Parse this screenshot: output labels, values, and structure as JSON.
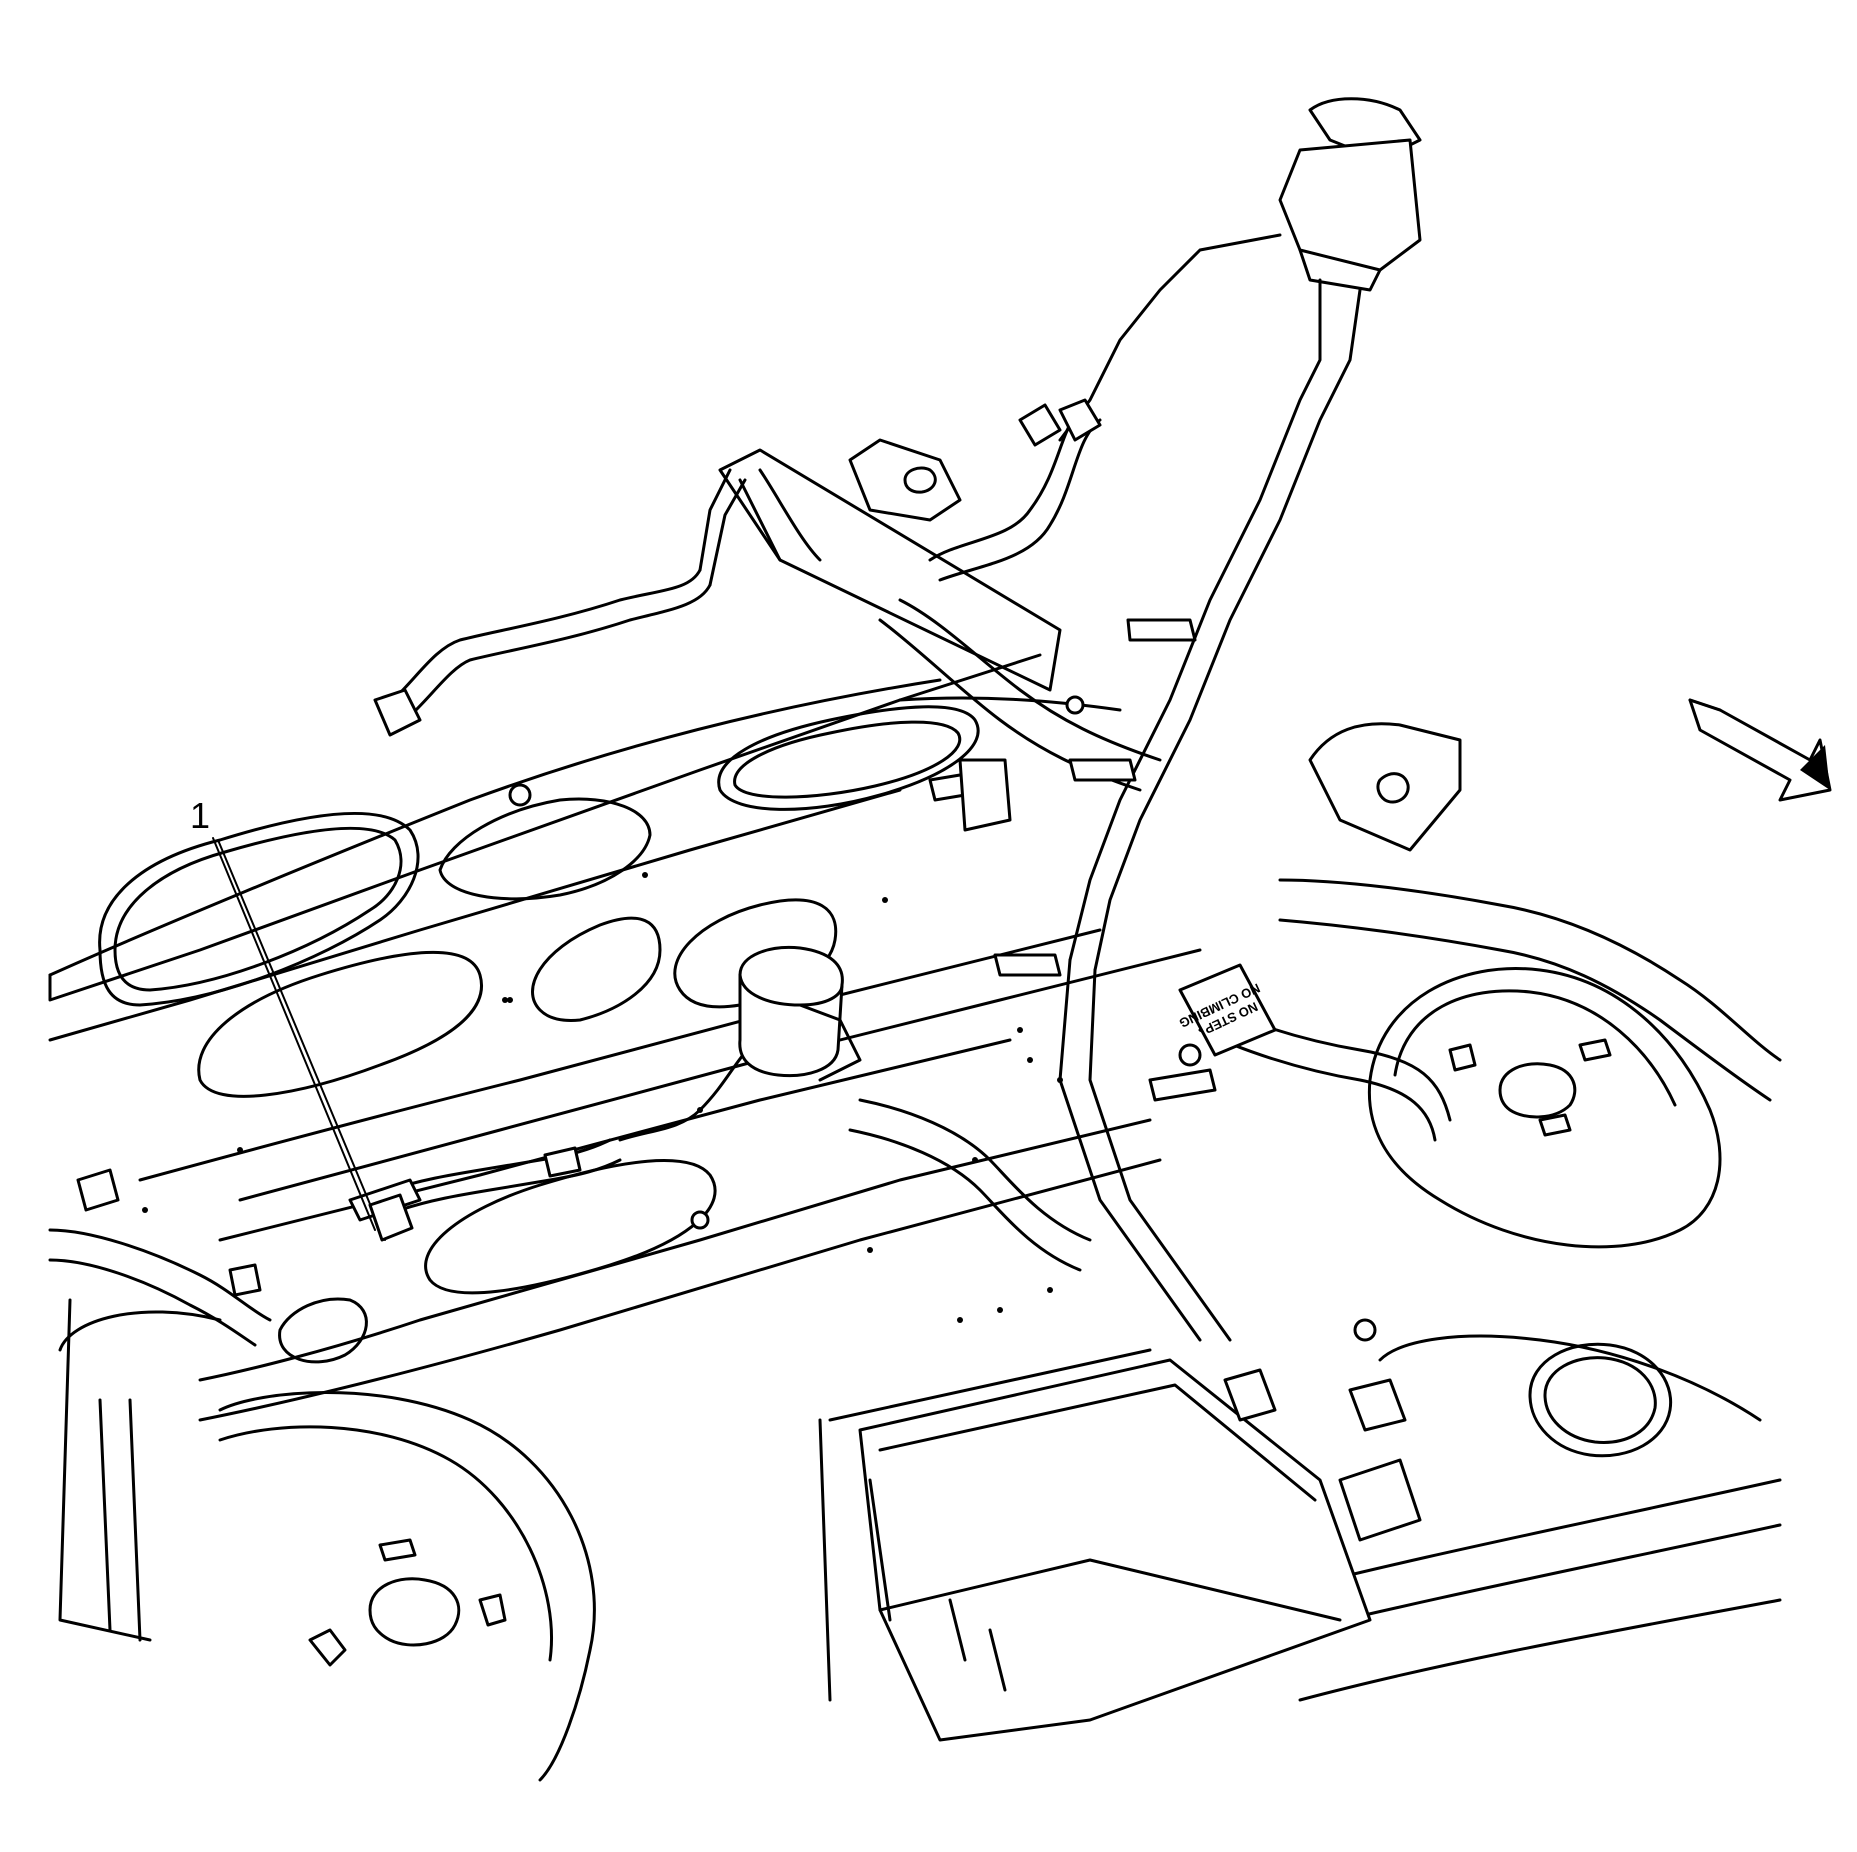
{
  "diagram": {
    "callouts": [
      {
        "id": "1",
        "label": "1"
      }
    ],
    "decal_lines": [
      "NO STEP",
      "NO CLIMBING"
    ],
    "direction_arrow": "front-arrow-icon"
  }
}
